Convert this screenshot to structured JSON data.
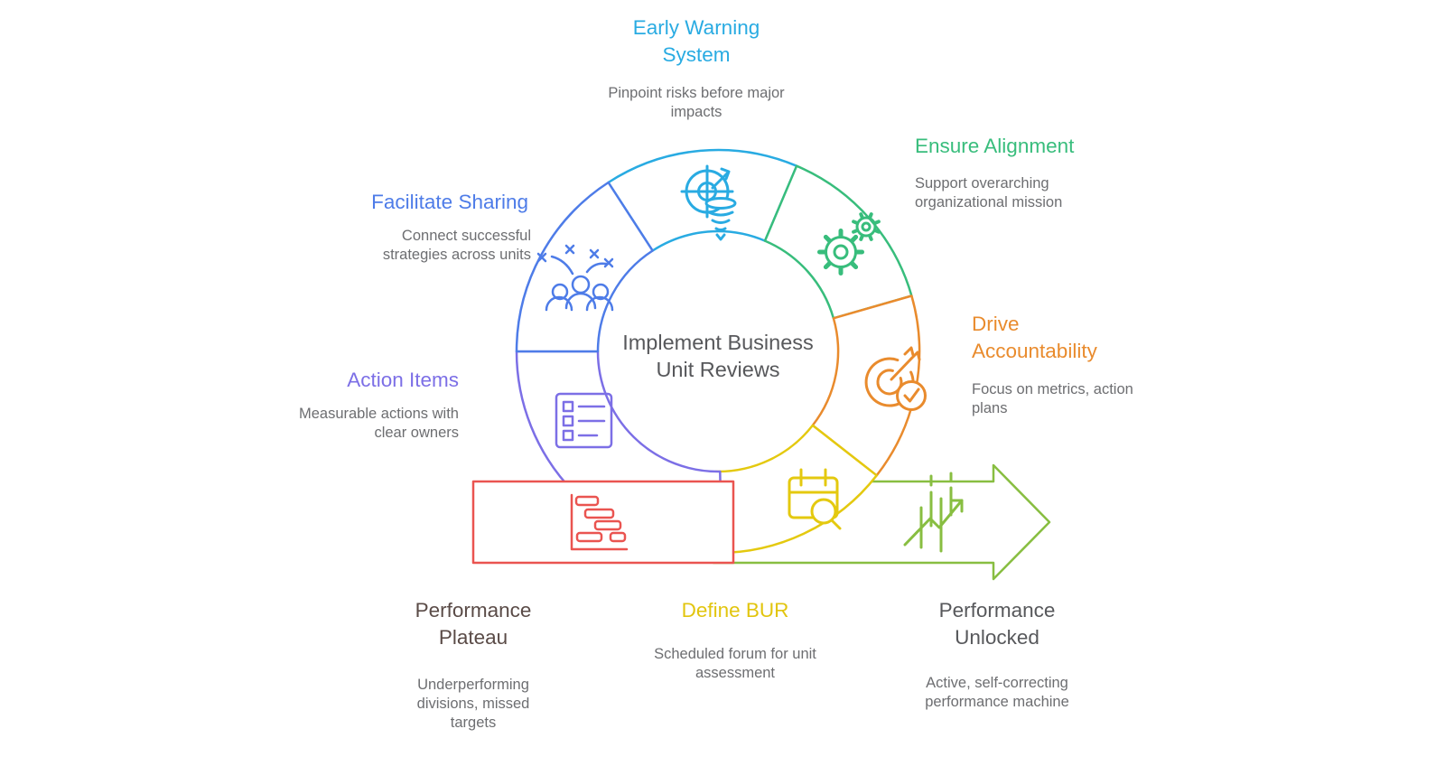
{
  "diagram": {
    "center_title": "Implement Business Unit Reviews",
    "nodes": {
      "early_warning": {
        "title": "Early Warning System",
        "desc": "Pinpoint risks before major impacts",
        "color": "#29ABE2",
        "icon": "radar-funnel-icon"
      },
      "ensure_alignment": {
        "title": "Ensure Alignment",
        "desc": "Support overarching organizational mission",
        "color": "#38BD7C",
        "icon": "gears-icon"
      },
      "drive_accountability": {
        "title": "Drive Accountability",
        "desc": "Focus on metrics, action plans",
        "color": "#E98B2D",
        "icon": "target-check-icon"
      },
      "define_bur": {
        "title": "Define BUR",
        "desc": "Scheduled forum for unit assessment",
        "color": "#E4C90F",
        "icon": "calendar-search-icon"
      },
      "performance_plateau": {
        "title": "Performance Plateau",
        "desc": "Underperforming divisions, missed targets",
        "color": "#EA5450",
        "icon": "gantt-chart-icon"
      },
      "action_items": {
        "title": "Action Items",
        "desc": "Measurable actions with clear owners",
        "color": "#7C6FE6",
        "icon": "checklist-icon"
      },
      "facilitate_sharing": {
        "title": "Facilitate Sharing",
        "desc": "Connect successful strategies across units",
        "color": "#4E7CE8",
        "icon": "team-celebration-icon"
      },
      "performance_unlocked": {
        "title": "Performance Unlocked",
        "desc": "Active, self-correcting performance machine",
        "color": "#88BE41",
        "icon": "growth-chart-icon"
      }
    },
    "text_colors": {
      "center_title": "#57585B",
      "subtitle": "#6D6E71",
      "plateau_title": "#5A4B47",
      "unlocked_title": "#57585B"
    }
  }
}
